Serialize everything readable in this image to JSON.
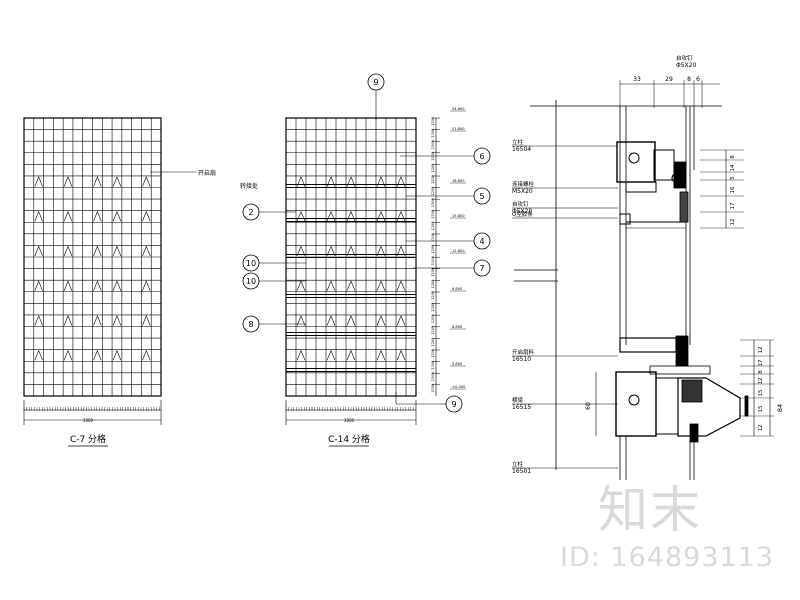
{
  "elevation_left": {
    "caption": "C-7 分格",
    "callout": "开启扇",
    "dim_total": "3000"
  },
  "elevation_mid": {
    "caption": "C-14 分格",
    "dim_total": "3000",
    "label_side": "转接处",
    "bubbles": [
      "9",
      "6",
      "5",
      "2",
      "4",
      "10",
      "7",
      "10",
      "8",
      "9"
    ],
    "levels": [
      "24.800",
      "21.800",
      "18.800",
      "15.800",
      "12.800",
      "9.800",
      "6.800",
      "3.800",
      "±0.000"
    ]
  },
  "section": {
    "top_dims": [
      "33",
      "29",
      "8",
      "6"
    ],
    "screw_top": "自攻钉",
    "screw_top_size": "Φ5X20",
    "labels": [
      {
        "name": "立柱",
        "code": "16504"
      },
      {
        "name": "连接螺栓",
        "code": "M5X20"
      },
      {
        "name": "自攻钉",
        "code": "Φ5X20"
      },
      {
        "name": "Q型胶条",
        "code": ""
      },
      {
        "name": "开启扇料",
        "code": "16510"
      },
      {
        "name": "横梁",
        "code": "16515"
      },
      {
        "name": "立柱",
        "code": "16501"
      }
    ],
    "right_dims_top": [
      "8",
      "14",
      "5",
      "16",
      "17",
      "12"
    ],
    "right_dims_bottom": [
      "12",
      "17",
      "8",
      "12",
      "15",
      "15",
      "12",
      "84"
    ],
    "center_dim": "60"
  },
  "watermark": {
    "logo_text": "知末",
    "id_text": "ID: 164893113"
  }
}
